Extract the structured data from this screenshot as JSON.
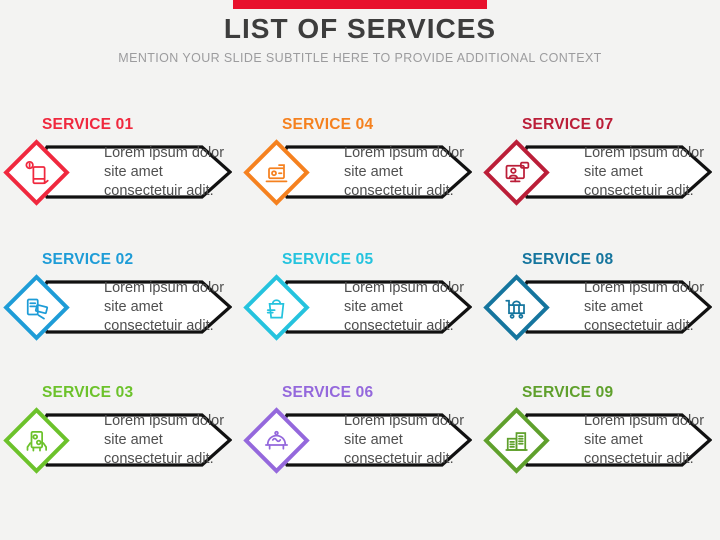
{
  "slide": {
    "accent_bar_color": "#E8112D",
    "title": "LIST OF SERVICES",
    "subtitle": "MENTION YOUR SLIDE SUBTITLE HERE TO PROVIDE ADDITIONAL CONTEXT",
    "background_color": "#f3f3f2",
    "banner_outline_color": "#111111",
    "body_text_color": "#4f4f4f"
  },
  "services": [
    {
      "label": "SERVICE 01",
      "description": "Lorem ipsum dolor site amet consectetuir adit.",
      "color": "#F0283E",
      "icon": "mobile-payment-icon"
    },
    {
      "label": "SERVICE 04",
      "description": "Lorem ipsum dolor site amet consectetuir adit.",
      "color": "#F5811F",
      "icon": "payment-machine-icon"
    },
    {
      "label": "SERVICE 07",
      "description": "Lorem ipsum dolor site amet consectetuir adit.",
      "color": "#BB1E38",
      "icon": "online-support-icon"
    },
    {
      "label": "SERVICE 02",
      "description": "Lorem ipsum dolor site amet consectetuir adit.",
      "color": "#1E9CD7",
      "icon": "card-payment-icon"
    },
    {
      "label": "SERVICE 05",
      "description": "Lorem ipsum dolor site amet consectetuir adit.",
      "color": "#25C3DE",
      "icon": "shopping-bag-icon"
    },
    {
      "label": "SERVICE 08",
      "description": "Lorem ipsum dolor site amet consectetuir adit.",
      "color": "#15759E",
      "icon": "luggage-cart-icon"
    },
    {
      "label": "SERVICE 03",
      "description": "Lorem ipsum dolor site amet consectetuir adit.",
      "color": "#6CC22B",
      "icon": "control-panel-icon"
    },
    {
      "label": "SERVICE 06",
      "description": "Lorem ipsum dolor site amet consectetuir adit.",
      "color": "#9468DC",
      "icon": "food-tray-icon"
    },
    {
      "label": "SERVICE 09",
      "description": "Lorem ipsum dolor site amet consectetuir adit.",
      "color": "#5FA02C",
      "icon": "buildings-icon"
    }
  ]
}
